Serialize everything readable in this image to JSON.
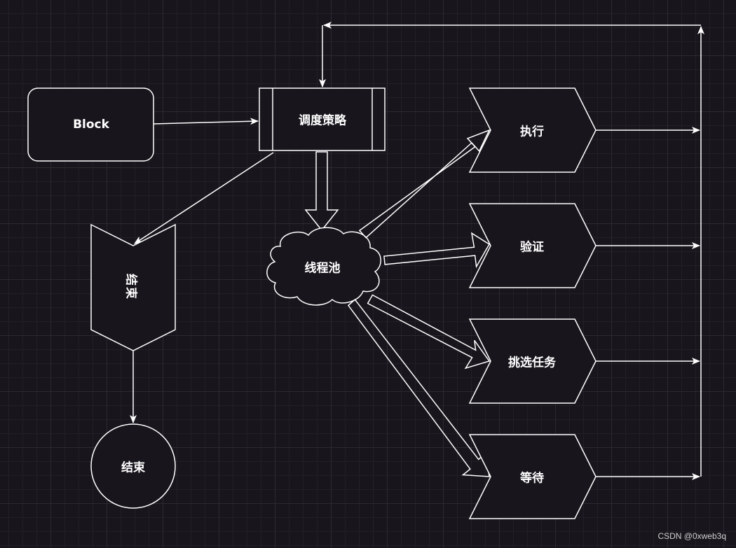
{
  "nodes": {
    "block": "Block",
    "schedule": "调度策略",
    "threadpool": "线程池",
    "execute": "执行",
    "verify": "验证",
    "pick": "挑选任务",
    "wait": "等待",
    "end_banner": "结束",
    "end_circle": "结束"
  },
  "watermark": "CSDN @0xweb3q",
  "colors": {
    "stroke": "#ffffff",
    "fill": "#18151c",
    "background": "#18151c"
  }
}
